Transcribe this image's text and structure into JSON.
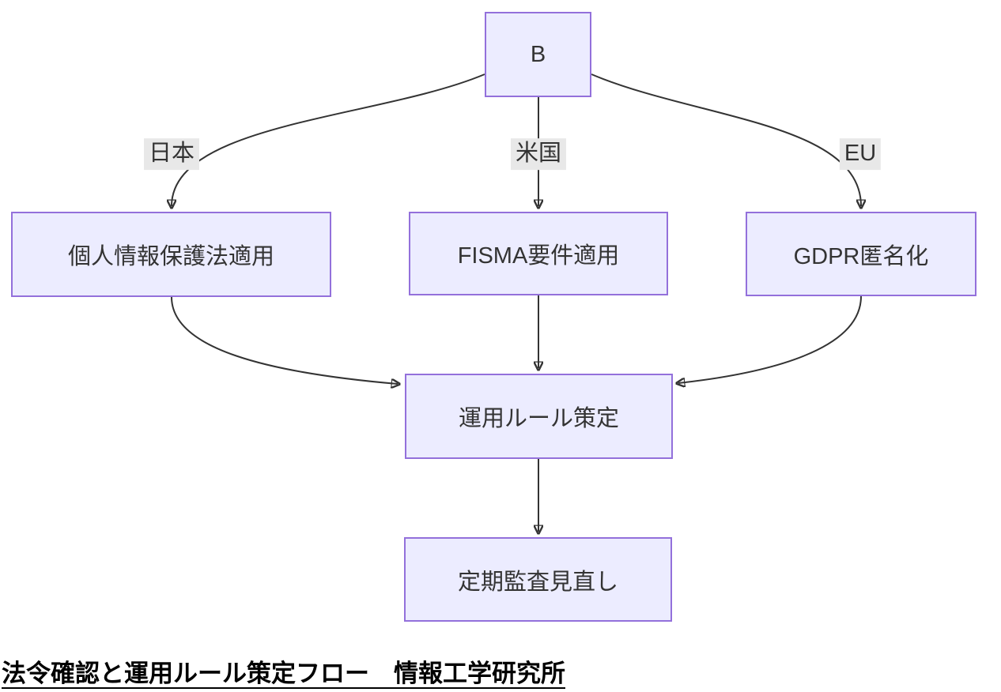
{
  "diagram": {
    "nodes": {
      "b": {
        "label": "B"
      },
      "personal_info_law": {
        "label": "個人情報保護法適用"
      },
      "fisma": {
        "label": "FISMA要件適用"
      },
      "gdpr": {
        "label": "GDPR匿名化"
      },
      "ops_rules": {
        "label": "運用ルール策定"
      },
      "audit_review": {
        "label": "定期監査見直し"
      }
    },
    "edge_labels": {
      "japan": "日本",
      "us": "米国",
      "eu": "EU"
    },
    "edges": [
      {
        "from": "b",
        "to": "personal_info_law",
        "label": "日本"
      },
      {
        "from": "b",
        "to": "fisma",
        "label": "米国"
      },
      {
        "from": "b",
        "to": "gdpr",
        "label": "EU"
      },
      {
        "from": "personal_info_law",
        "to": "ops_rules",
        "label": ""
      },
      {
        "from": "fisma",
        "to": "ops_rules",
        "label": ""
      },
      {
        "from": "gdpr",
        "to": "ops_rules",
        "label": ""
      },
      {
        "from": "ops_rules",
        "to": "audit_review",
        "label": ""
      }
    ],
    "caption": "法令確認と運用ルール策定フロー　情報工学研究所",
    "colors": {
      "node_fill": "#ECECFF",
      "node_border": "#9370DB",
      "edge_stroke": "#333333",
      "edge_label_bg": "#e8e8e8",
      "node_text": "#333333",
      "caption_text": "#000000",
      "background": "#ffffff"
    }
  }
}
